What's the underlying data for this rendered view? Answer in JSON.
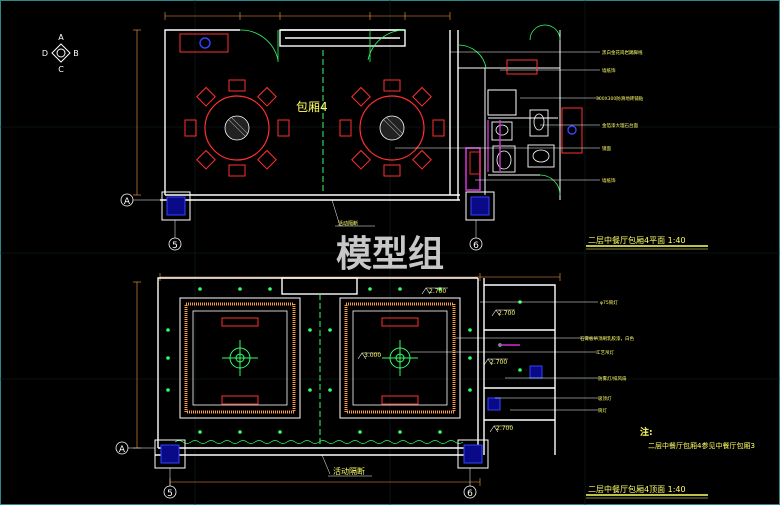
{
  "compass": {
    "n": "A",
    "s": "C",
    "w": "D",
    "e": "B"
  },
  "plan": {
    "room_label": "包厢4",
    "title": "二层中餐厅包厢4平面 1:40",
    "axis_a": "A",
    "axis_5": "5",
    "axis_6": "6",
    "partition_label": "活动隔断",
    "annotations": [
      "黑白金花岗岩踢脚线",
      "墙纸饰",
      "300X300防滑地砖铺贴",
      "金箔漆大理石台面",
      "镜面",
      "墙纸饰"
    ]
  },
  "ceiling": {
    "title": "二层中餐厅包厢4顶面 1:40",
    "axis_a": "A",
    "axis_5": "5",
    "axis_6": "6",
    "partition_label": "活动隔断",
    "levels": [
      "2.700",
      "2.700",
      "3.000",
      "2.700",
      "2.700"
    ],
    "annotations": [
      "φ75筒灯",
      "石膏板吊顶刷乳胶漆，白色",
      "工艺吊灯",
      "防雾灯/排风扇",
      "吸顶灯",
      "筒灯"
    ]
  },
  "note": {
    "label": "注:",
    "text": "二层中餐厅包厢4参见中餐厅包厢3"
  },
  "watermark": "模型组",
  "colors": {
    "wall": "#ffffff",
    "text": "#ffff66",
    "dim": "#ffa040",
    "furniture": "#ff3030",
    "grid": "#33ff66",
    "magenta": "#cc33cc",
    "blue": "#3344ff",
    "light": "#00ff66"
  }
}
